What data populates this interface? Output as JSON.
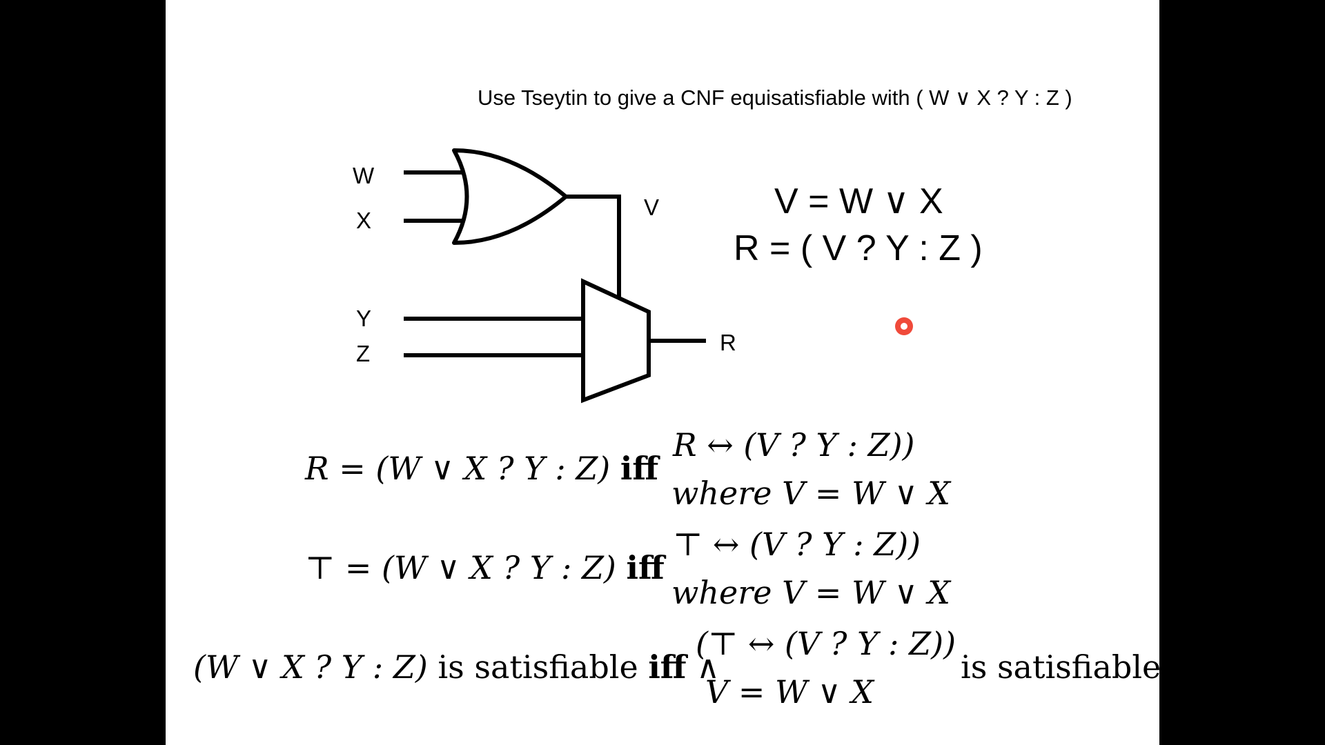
{
  "title": "Use Tseytin to give a CNF equisatisfiable with  ( W ∨ X ? Y : Z )",
  "circuit": {
    "input_w": "W",
    "input_x": "X",
    "output_v": "V",
    "input_y": "Y",
    "input_z": "Z",
    "output_r": "R"
  },
  "definitions": {
    "v_def": "V = W ∨ X",
    "r_def": "R = ( V ? Y : Z )"
  },
  "derivation": {
    "row1_left": "R = (W ∨ X ? Y : Z)",
    "row1_iff": "iff",
    "row1_top": "R ↔ (V ? Y : Z))",
    "row1_bottom_where": "where",
    "row1_bottom": "V = W ∨ X",
    "row2_left": "⊤ = (W ∨ X ? Y : Z)",
    "row2_iff": "iff",
    "row2_top": "⊤ ↔ (V ? Y : Z))",
    "row2_bottom_where": "where",
    "row2_bottom": "V = W ∨ X",
    "row3_left_formula": "(W ∨ X ? Y : Z)",
    "row3_left_text": "is satisfiable",
    "row3_iff": "iff",
    "row3_and": "∧",
    "row3_top": "(⊤ ↔ (V ? Y : Z))",
    "row3_bottom": "V = W ∨ X",
    "row3_right_text": "is satisfiable"
  },
  "icons": {
    "cursor": "recording-cursor-icon"
  },
  "colors": {
    "cursor": "#f04a3a",
    "background": "#000000",
    "slide": "#ffffff"
  }
}
